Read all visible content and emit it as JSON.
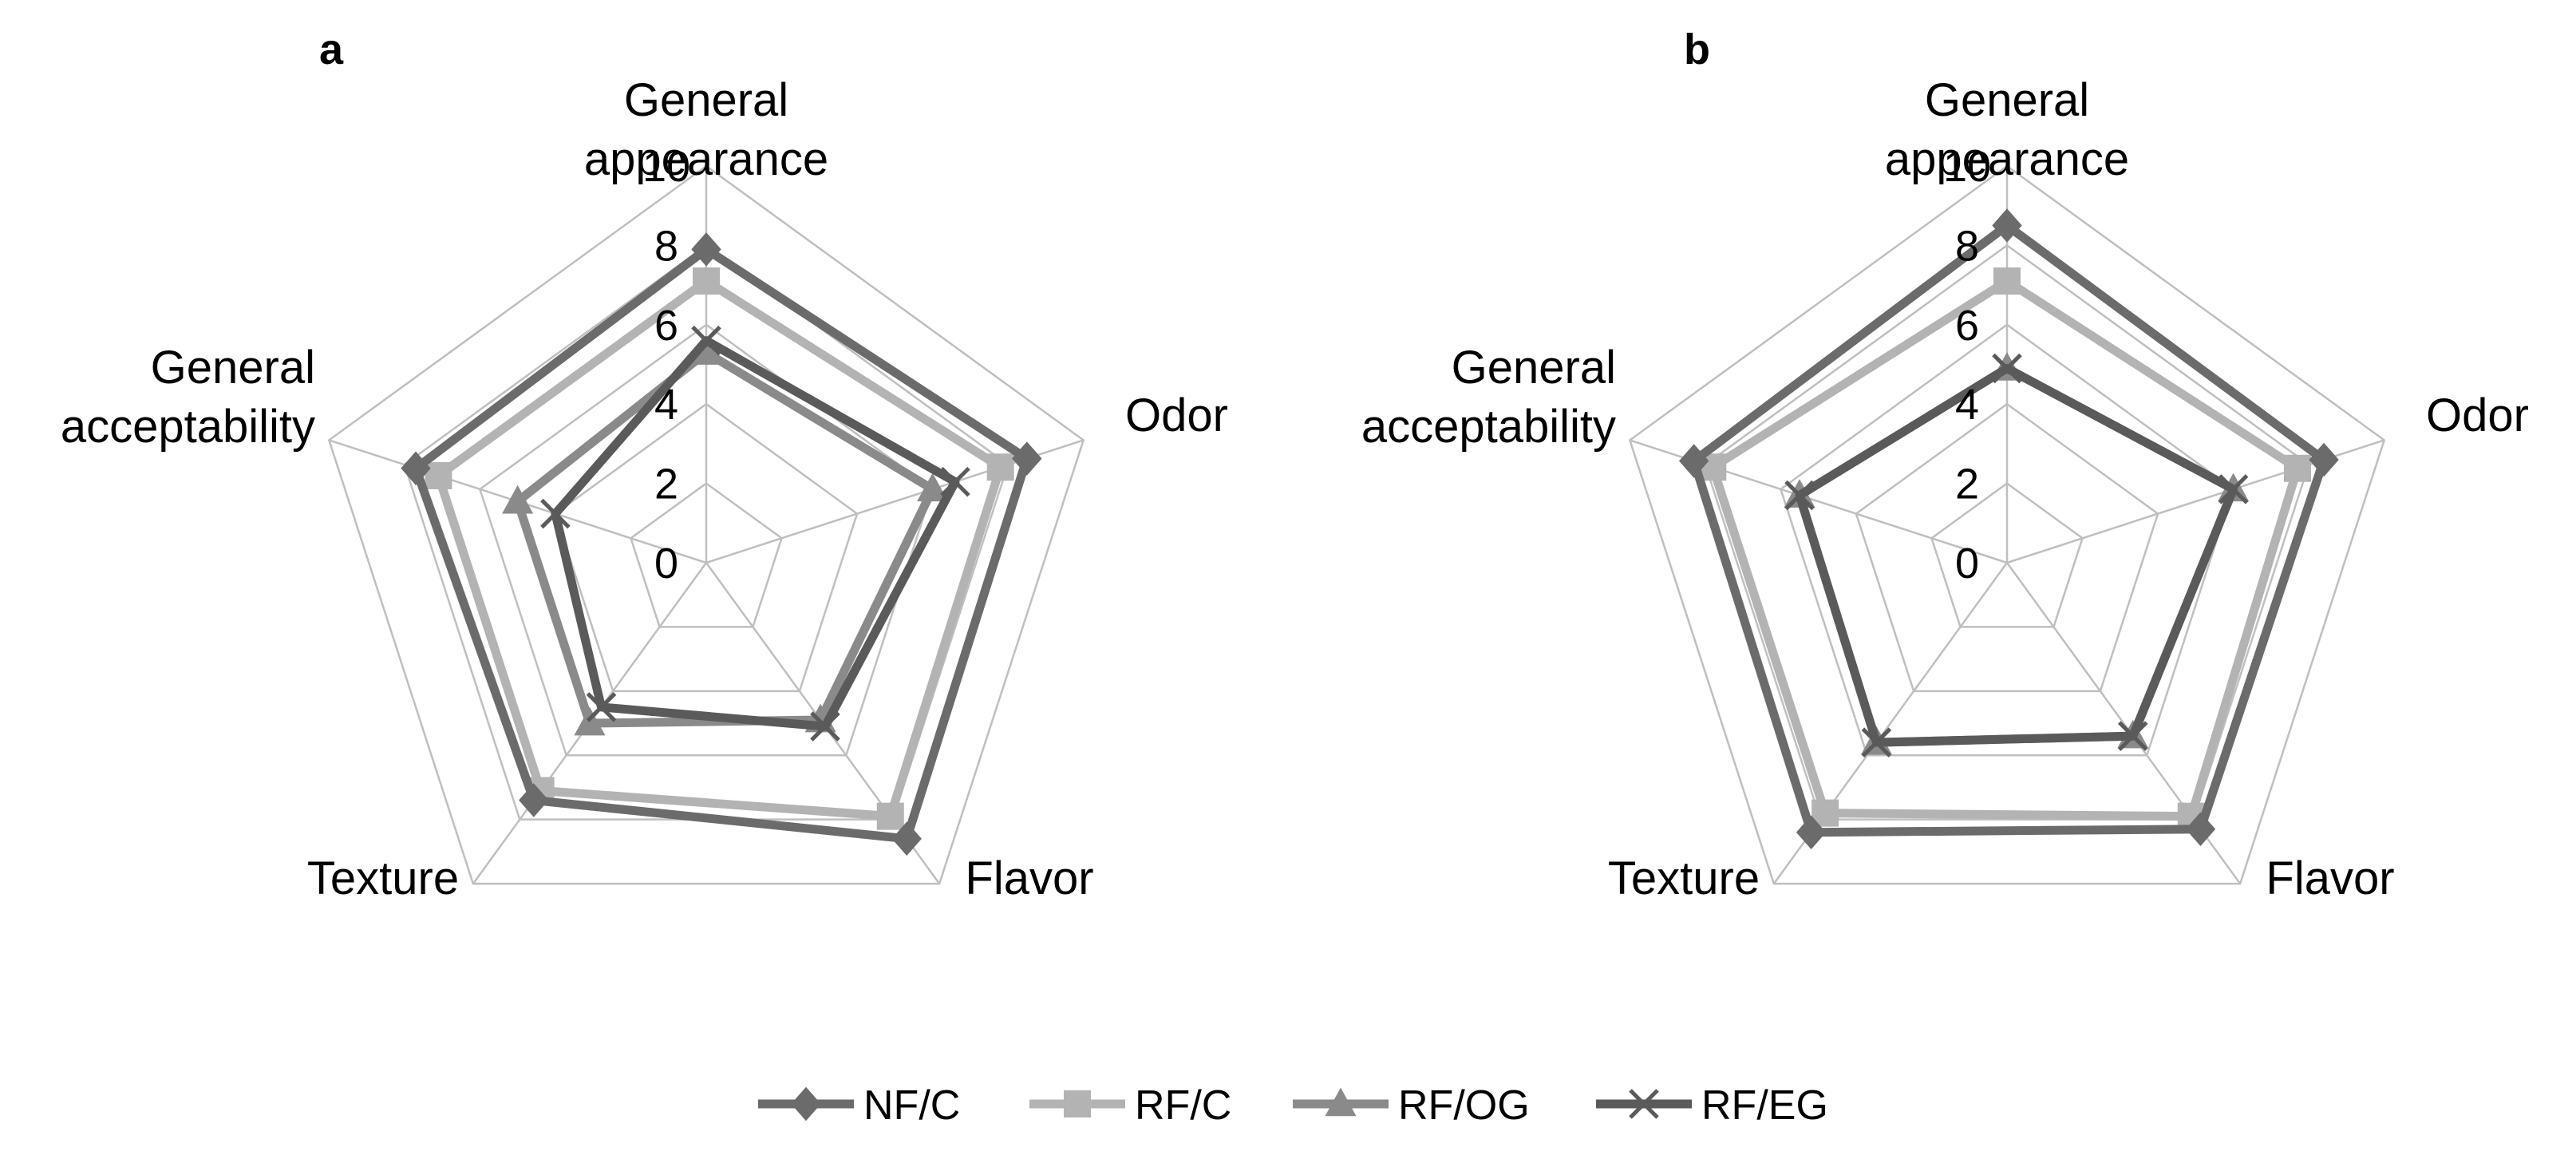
{
  "chart_data": [
    {
      "type": "radar",
      "panel": "a",
      "axes": [
        [
          "General",
          "appearance"
        ],
        [
          "Odor"
        ],
        [
          "Flavor"
        ],
        [
          "Texture"
        ],
        [
          "General",
          "acceptability"
        ]
      ],
      "r_ticks": [
        0,
        2,
        4,
        6,
        8,
        10
      ],
      "rlim": [
        0,
        10
      ],
      "grid": true,
      "series": [
        {
          "name": "NF/C",
          "values": [
            7.9,
            8.5,
            8.6,
            7.4,
            7.7
          ]
        },
        {
          "name": "RF/C",
          "values": [
            7.1,
            7.8,
            7.9,
            7.1,
            7.1
          ]
        },
        {
          "name": "RF/OG",
          "values": [
            5.3,
            6.0,
            4.9,
            5.0,
            5.0
          ]
        },
        {
          "name": "RF/EG",
          "values": [
            5.6,
            6.6,
            5.1,
            4.5,
            4.0
          ]
        }
      ]
    },
    {
      "type": "radar",
      "panel": "b",
      "axes": [
        [
          "General",
          "appearance"
        ],
        [
          "Odor"
        ],
        [
          "Flavor"
        ],
        [
          "Texture"
        ],
        [
          "General",
          "acceptability"
        ]
      ],
      "r_ticks": [
        0,
        2,
        4,
        6,
        8,
        10
      ],
      "rlim": [
        0,
        10
      ],
      "grid": true,
      "series": [
        {
          "name": "NF/C",
          "values": [
            8.5,
            8.4,
            8.3,
            8.4,
            8.3
          ]
        },
        {
          "name": "RF/C",
          "values": [
            7.1,
            7.7,
            7.9,
            7.8,
            7.8
          ]
        },
        {
          "name": "RF/OG",
          "values": [
            4.9,
            6.0,
            5.4,
            5.6,
            5.5
          ]
        },
        {
          "name": "RF/EG",
          "values": [
            4.9,
            6.0,
            5.4,
            5.6,
            5.5
          ]
        }
      ]
    }
  ],
  "legend": {
    "position": "bottom-center",
    "entries": [
      "NF/C",
      "RF/C",
      "RF/OG",
      "RF/EG"
    ]
  },
  "colors": {
    "NF/C": "#6b6b6b",
    "RF/C": "#b3b3b3",
    "RF/OG": "#8a8a8a",
    "RF/EG": "#5a5a5a",
    "grid": "#bfbfbf"
  },
  "markers": {
    "NF/C": "diamond",
    "RF/C": "square",
    "RF/OG": "triangle",
    "RF/EG": "x"
  }
}
